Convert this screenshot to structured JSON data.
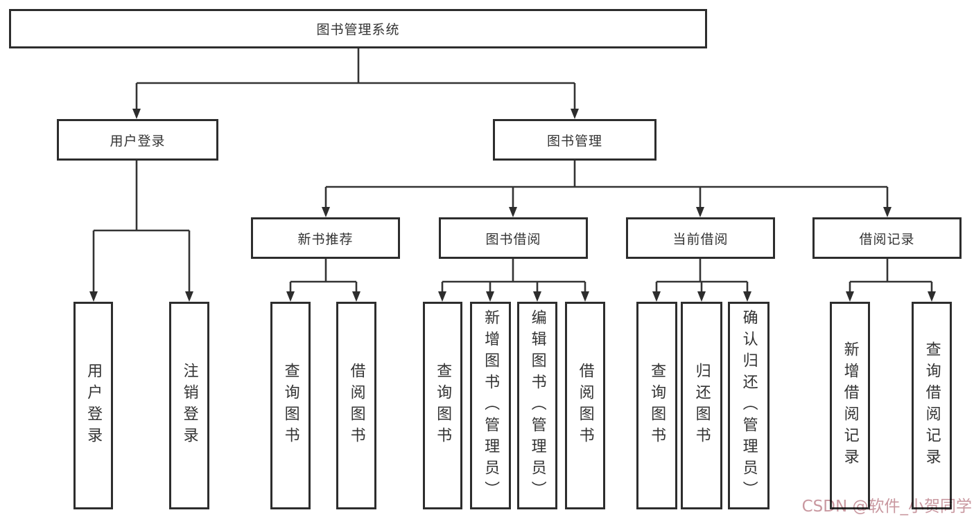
{
  "root": {
    "label": "图书管理系统"
  },
  "branches": {
    "user_login": {
      "label": "用户登录",
      "children": [
        "用户登录",
        "注销登录"
      ]
    },
    "book_mgmt": {
      "label": "图书管理",
      "children": {
        "new_books": {
          "label": "新书推荐",
          "children": [
            "查询图书",
            "借阅图书"
          ]
        },
        "borrow": {
          "label": "图书借阅",
          "children": [
            "查询图书",
            "新增图书（管理员）",
            "编辑图书（管理员）",
            "借阅图书"
          ]
        },
        "current": {
          "label": "当前借阅",
          "children": [
            "查询图书",
            "归还图书",
            "确认归还（管理员）"
          ]
        },
        "records": {
          "label": "借阅记录",
          "children": [
            "新增借阅记录",
            "查询借阅记录"
          ]
        }
      }
    }
  },
  "watermark": {
    "text": "CSDN @软件_小贺同学",
    "color": "#c998a0"
  },
  "colors": {
    "line": "#333333",
    "box_border": "#2d2d2d",
    "text": "#333333",
    "background": "#ffffff"
  }
}
